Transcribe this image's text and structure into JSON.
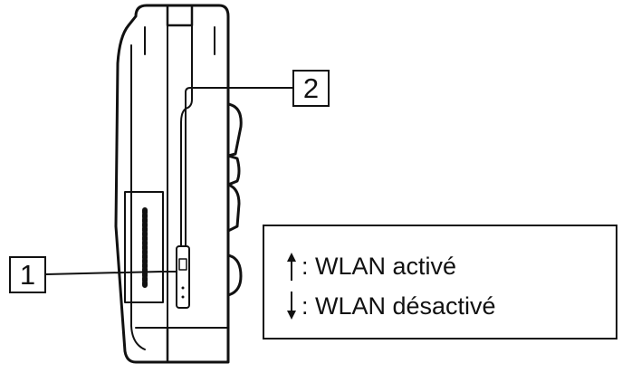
{
  "callouts": {
    "one": "1",
    "two": "2"
  },
  "legend": {
    "items": [
      {
        "icon": "arrow-up-icon",
        "text": ": WLAN activé"
      },
      {
        "icon": "arrow-down-icon",
        "text": ": WLAN désactivé"
      }
    ]
  },
  "colors": {
    "line": "#111111",
    "background": "#ffffff"
  }
}
